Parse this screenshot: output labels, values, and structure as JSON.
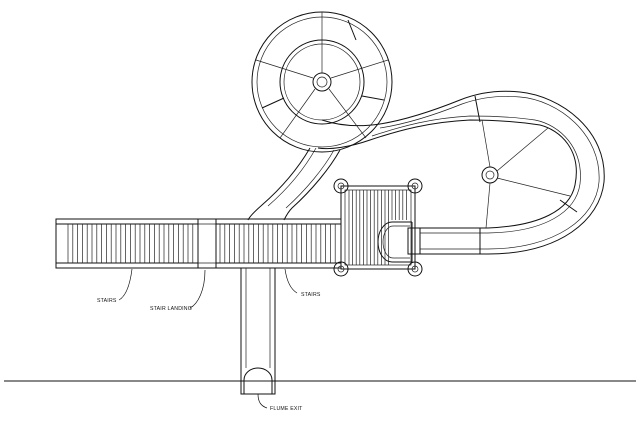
{
  "labels": {
    "stairs_left": "STAIRS",
    "stair_landing": "STAIR LANDING",
    "stairs_right": "STAIRS",
    "flume_exit": "FLUME EXIT"
  }
}
